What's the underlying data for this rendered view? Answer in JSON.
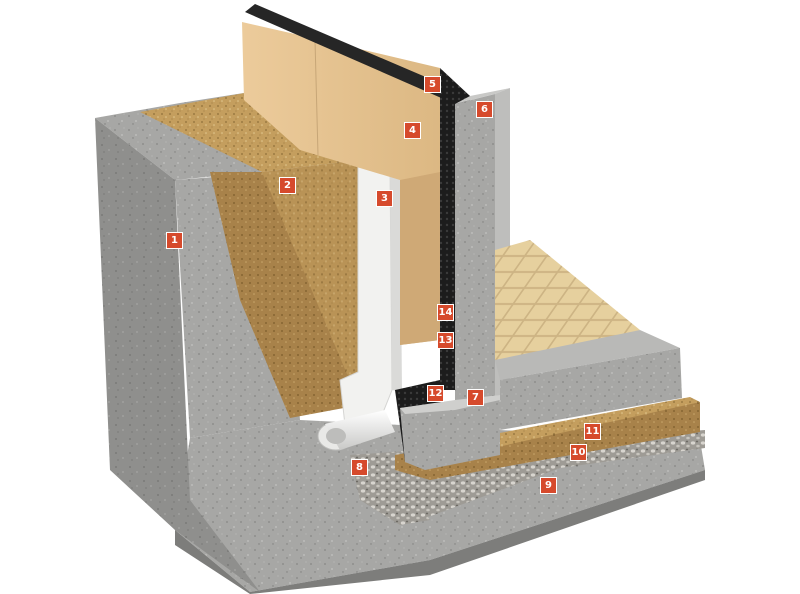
{
  "colors": {
    "marker_fill": "#d64a2c",
    "marker_text": "#ffffff",
    "concrete": "#a9a9a7",
    "sand": "#c7a263",
    "insulation": "#e4c394",
    "membrane": "#1b1b1b",
    "drain_pipe": "#f1f1ef",
    "gravel": "#b9b6ae",
    "tiles": "#e3cc9a"
  },
  "markers": [
    {
      "id": "m1",
      "label": "1"
    },
    {
      "id": "m2",
      "label": "2"
    },
    {
      "id": "m3",
      "label": "3"
    },
    {
      "id": "m4",
      "label": "4"
    },
    {
      "id": "m5",
      "label": "5"
    },
    {
      "id": "m6",
      "label": "6"
    },
    {
      "id": "m7",
      "label": "7"
    },
    {
      "id": "m8",
      "label": "8"
    },
    {
      "id": "m9",
      "label": "9"
    },
    {
      "id": "m10",
      "label": "10"
    },
    {
      "id": "m11",
      "label": "11"
    },
    {
      "id": "m12",
      "label": "12"
    },
    {
      "id": "m13",
      "label": "13"
    },
    {
      "id": "m14",
      "label": "14"
    }
  ]
}
